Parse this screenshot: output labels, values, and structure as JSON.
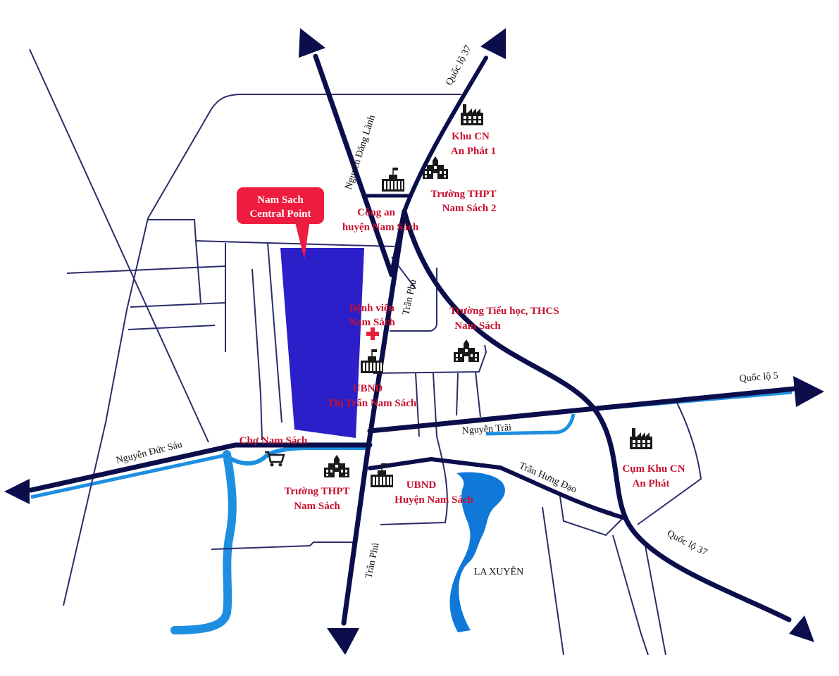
{
  "colors": {
    "main_road": "#0b0e4a",
    "minor_road": "#2a2d6b",
    "river": "#1e8fe0",
    "lake": "#0f78d8",
    "project": "#2a1fc9",
    "poi_text": "#c8102e",
    "callout_bg": "#ee1c3e",
    "hospital_cross": "#e8203a",
    "icon": "#1a1a1a"
  },
  "project": {
    "label_line1": "Nam Sach",
    "label_line2": "Central Point"
  },
  "roads": {
    "ql37_north": "Quốc lộ 37",
    "ql37_south": "Quốc lộ 37",
    "nguyen_dang_lanh": "Nguyễn Đăng Lành",
    "tran_phu_north": "Trần Phú",
    "tran_phu_south": "Trần Phú",
    "ql5": "Quốc lộ 5",
    "nguyen_trai": "Nguyễn Trãi",
    "tran_hung_dao": "Trần Hưng Đạo",
    "nguyen_duc_sau": "Nguyễn Đức Sáu"
  },
  "places": {
    "la_xuyen": "LA XUYÊN"
  },
  "pois": {
    "khu_cn_an_phat1": {
      "line1": "Khu CN",
      "line2": "An Phát 1",
      "icon": "factory-icon"
    },
    "thpt_ns2": {
      "line1": "Trường THPT",
      "line2": "Nam Sách 2",
      "icon": "school-icon"
    },
    "cong_an": {
      "line1": "Công an",
      "line2": "huyện Nam Sách",
      "icon": "government-building-icon"
    },
    "benh_vien": {
      "line1": "Bệnh viện",
      "line2": "Nam Sách",
      "icon": "hospital-cross-icon"
    },
    "tieu_hoc_thcs": {
      "line1": "Trường Tiểu học, THCS",
      "line2": "Nam Sách",
      "icon": "school-icon"
    },
    "ubnd_thi_tran": {
      "line1": "UBND",
      "line2": "Thị Trấn Nam Sách",
      "icon": "government-building-icon"
    },
    "cho_nam_sach": {
      "line1": "Chợ Nam Sách",
      "icon": "shopping-cart-icon"
    },
    "thpt_ns": {
      "line1": "Trường THPT",
      "line2": "Nam Sách",
      "icon": "school-icon"
    },
    "ubnd_huyen": {
      "line1": "UBND",
      "line2": "Huyện Nam Sách",
      "icon": "government-building-icon"
    },
    "cum_khu_cn": {
      "line1": "Cụm Khu CN",
      "line2": "An Phát",
      "icon": "factory-icon"
    }
  }
}
